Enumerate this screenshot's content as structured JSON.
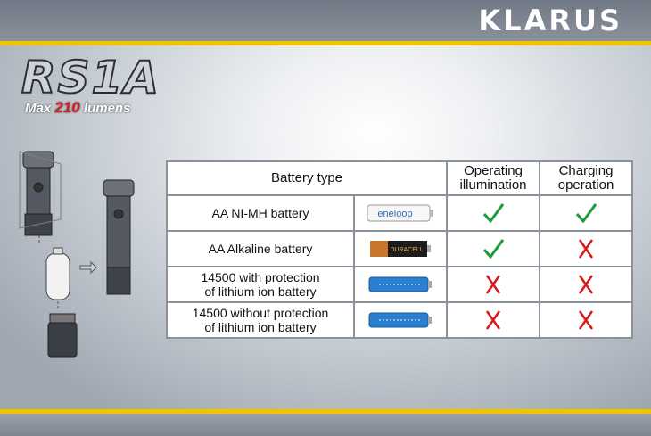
{
  "brand": {
    "logo_text": "KLARUS",
    "stripe_color": "#f4c300"
  },
  "product": {
    "model": "RS1A",
    "tagline_prefix": "Max",
    "tagline_value": "210",
    "tagline_suffix": "lumens"
  },
  "table": {
    "headers": {
      "battery_type": "Battery type",
      "operating": "Operating illumination",
      "charging": "Charging operation"
    },
    "rows": [
      {
        "name": "AA NI-MH battery",
        "battery_label": "eneloop",
        "operating": "check",
        "charging": "check"
      },
      {
        "name": "AA Alkaline battery",
        "battery_label": "DURACELL",
        "operating": "check",
        "charging": "cross"
      },
      {
        "name": "14500 with protection of lithium ion battery",
        "name_line1": "14500 with protection",
        "name_line2": "of lithium ion battery",
        "operating": "cross",
        "charging": "cross"
      },
      {
        "name": "14500 without protection of lithium ion battery",
        "name_line1": "14500 without protection",
        "name_line2": "of lithium ion battery",
        "operating": "cross",
        "charging": "cross"
      }
    ]
  },
  "colors": {
    "check": "#1a9a3a",
    "cross": "#d7191c"
  }
}
